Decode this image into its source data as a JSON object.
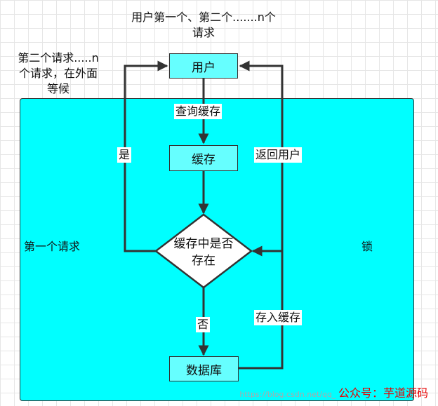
{
  "diagram": {
    "top_note": [
      "用户第一个、第二个.......n个",
      "请求"
    ],
    "left_note": [
      "第二个请求.....n",
      "个请求，在外面",
      "等候"
    ],
    "region_left_label": "第一个请求",
    "region_right_label": "锁",
    "nodes": {
      "user": "用户",
      "cache": "缓存",
      "decision": [
        "缓存中是否",
        "存在"
      ],
      "database": "数据库"
    },
    "edges": {
      "query_cache": "查询缓存",
      "yes": "是",
      "return_user": "返回用户",
      "no": "否",
      "store_cache": "存入缓存"
    },
    "watermark": {
      "text": "https://blog.csdn.net/qq_",
      "accent": "公众号：芋道源码"
    }
  }
}
